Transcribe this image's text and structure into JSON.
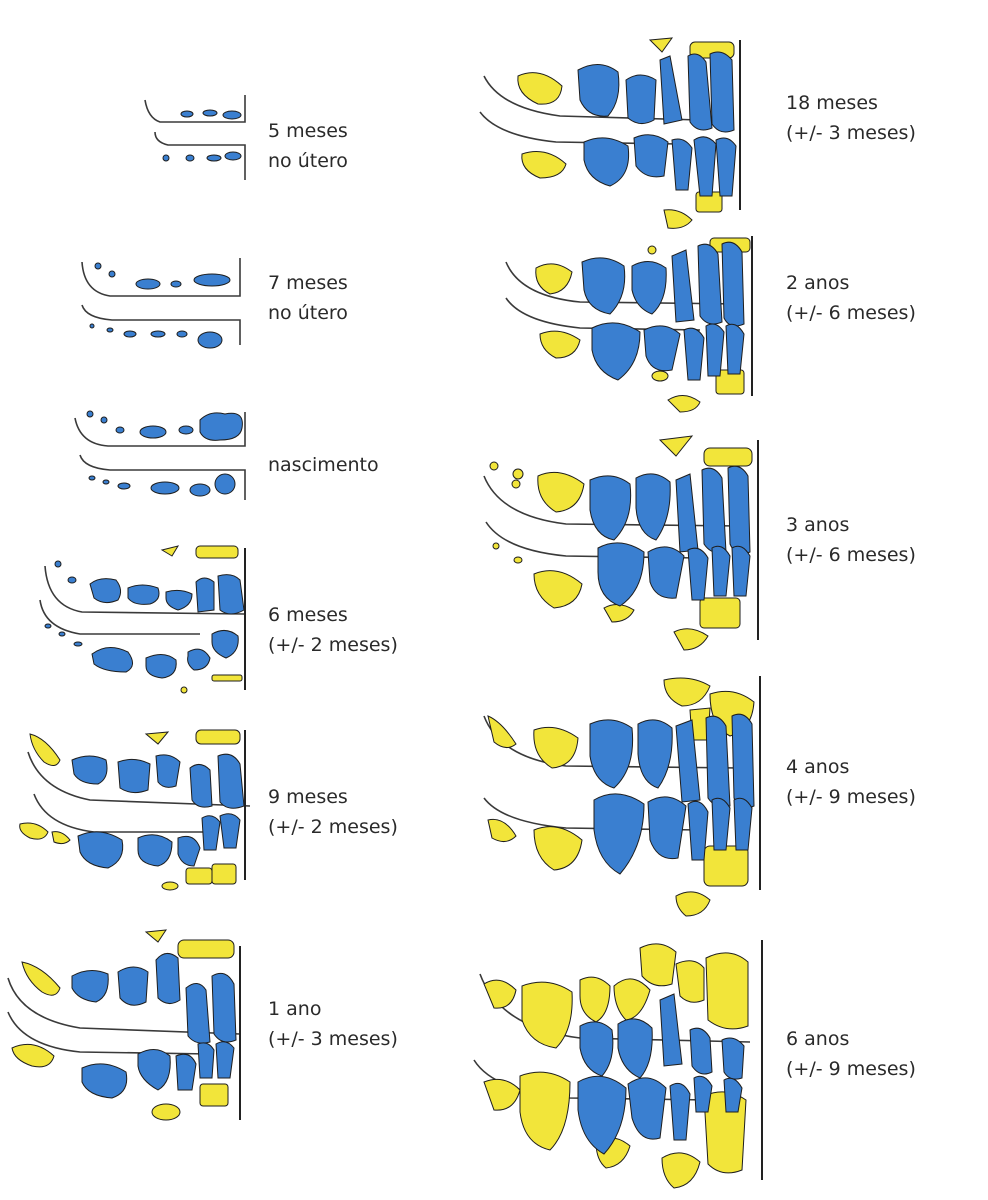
{
  "stages": [
    {
      "id": "5m",
      "line1": "5 meses",
      "line2": "no útero"
    },
    {
      "id": "7m",
      "line1": "7 meses",
      "line2": "no útero"
    },
    {
      "id": "birth",
      "line1": "nascimento",
      "line2": ""
    },
    {
      "id": "6mo",
      "line1": "6 meses",
      "line2": "(+/- 2 meses)"
    },
    {
      "id": "9mo",
      "line1": "9 meses",
      "line2": "(+/- 2 meses)"
    },
    {
      "id": "1y",
      "line1": "1 ano",
      "line2": "(+/- 3 meses)"
    },
    {
      "id": "18mo",
      "line1": "18 meses",
      "line2": "(+/- 3 meses)"
    },
    {
      "id": "2y",
      "line1": "2 anos",
      "line2": "(+/- 6 meses)"
    },
    {
      "id": "3y",
      "line1": "3 anos",
      "line2": "(+/- 6 meses)"
    },
    {
      "id": "4y",
      "line1": "4 anos",
      "line2": "(+/- 9 meses)"
    },
    {
      "id": "6y",
      "line1": "6 anos",
      "line2": "(+/- 9 meses)"
    }
  ],
  "colors": {
    "deciduous": "#3a7fd0",
    "permanent": "#f2e53a",
    "outline": "#1e1e1e",
    "text": "#2a2a2a"
  }
}
